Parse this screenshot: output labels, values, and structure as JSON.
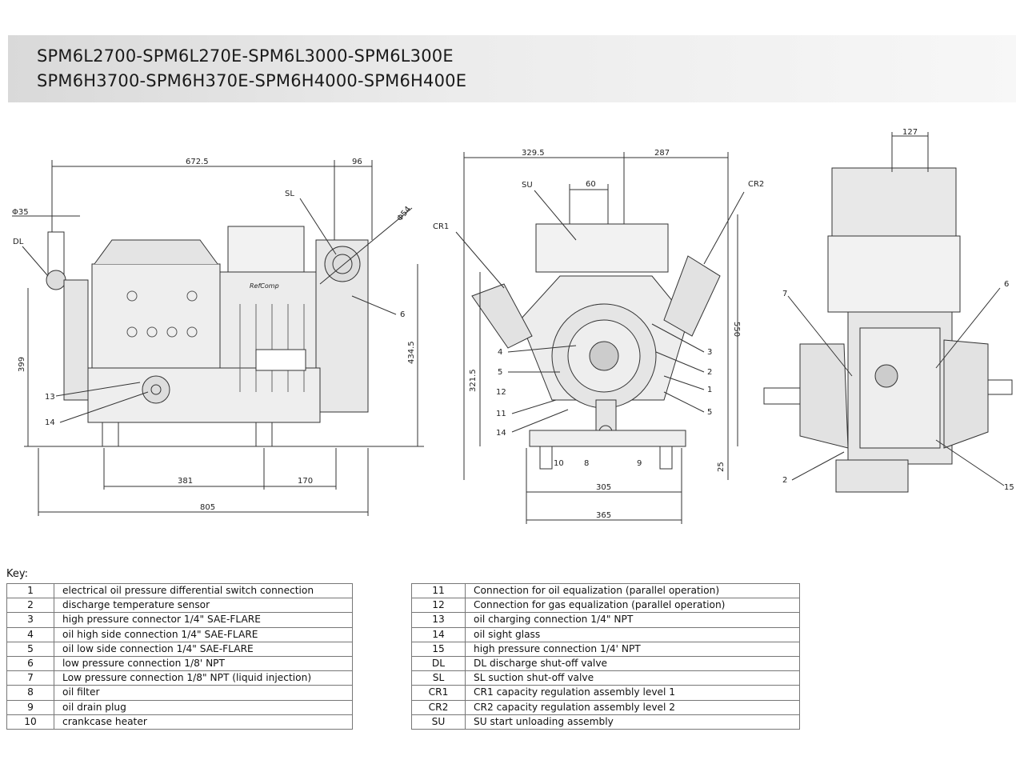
{
  "header": {
    "line1": "SPM6L2700-SPM6L270E-SPM6L3000-SPM6L300E",
    "line2": "SPM6H3700-SPM6H370E-SPM6H4000-SPM6H400E"
  },
  "side_view": {
    "dims": [
      "672.5",
      "96",
      "Φ54",
      "Φ35",
      "399",
      "434.5",
      "381",
      "170",
      "805"
    ],
    "labels": [
      "SL",
      "DL",
      "6",
      "13",
      "14"
    ],
    "plate_brand": "RefComp"
  },
  "front_view": {
    "dims": [
      "329.5",
      "287",
      "60",
      "550",
      "321.5",
      "25",
      "305",
      "365"
    ],
    "labels": [
      "SU",
      "CR2",
      "CR1",
      "4",
      "5",
      "12",
      "11",
      "14",
      "3",
      "2",
      "1",
      "5",
      "10",
      "8",
      "9"
    ]
  },
  "top_view": {
    "dims": [
      "127"
    ],
    "labels": [
      "7",
      "6",
      "2",
      "15"
    ]
  },
  "key": {
    "title": "Key:",
    "left": [
      {
        "id": "1",
        "desc": "electrical oil pressure differential switch connection"
      },
      {
        "id": "2",
        "desc": "discharge temperature sensor"
      },
      {
        "id": "3",
        "desc": "high pressure connector 1/4\" SAE-FLARE"
      },
      {
        "id": "4",
        "desc": "oil high side connection 1/4\" SAE-FLARE"
      },
      {
        "id": "5",
        "desc": "oil low side connection 1/4\" SAE-FLARE"
      },
      {
        "id": "6",
        "desc": "low pressure connection 1/8' NPT"
      },
      {
        "id": "7",
        "desc": "Low pressure connection 1/8\" NPT (liquid injection)"
      },
      {
        "id": "8",
        "desc": "oil filter"
      },
      {
        "id": "9",
        "desc": "oil drain plug"
      },
      {
        "id": "10",
        "desc": "crankcase heater"
      }
    ],
    "right": [
      {
        "id": "11",
        "desc": "Connection for oil equalization (parallel operation)"
      },
      {
        "id": "12",
        "desc": "Connection for gas equalization (parallel operation)"
      },
      {
        "id": "13",
        "desc": "oil charging connection 1/4\" NPT"
      },
      {
        "id": "14",
        "desc": "oil sight glass"
      },
      {
        "id": "15",
        "desc": "high pressure connection 1/4' NPT"
      },
      {
        "id": "DL",
        "desc": "DL  discharge shut-off valve"
      },
      {
        "id": "SL",
        "desc": "SL   suction shut-off valve"
      },
      {
        "id": "CR1",
        "desc": "CR1  capacity regulation assembly level 1"
      },
      {
        "id": "CR2",
        "desc": "CR2  capacity regulation assembly level 2"
      },
      {
        "id": "SU",
        "desc": "SU    start unloading assembly"
      }
    ]
  }
}
